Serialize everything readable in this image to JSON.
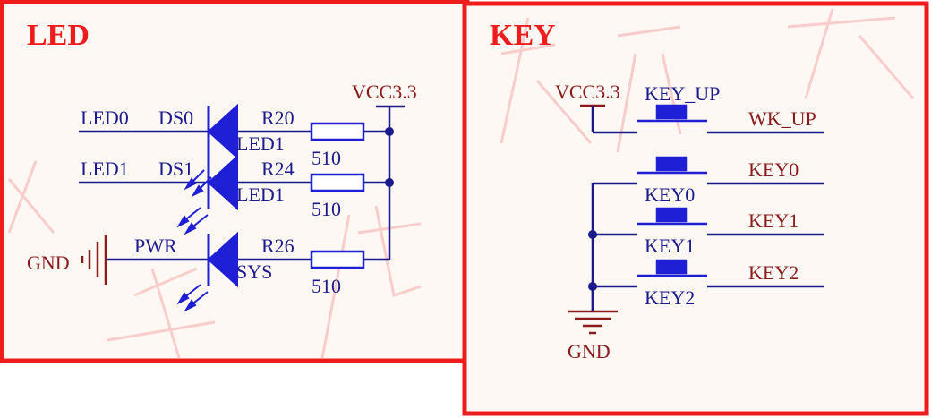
{
  "colors": {
    "frame": "#ee1c1c",
    "panel_bg": "#fdf8f3",
    "wire": "#1a1a8c",
    "component": "#1f1fd6",
    "label": "#8b1a1a",
    "junction": "#1a1a8c",
    "watermark": "#f4b4b4"
  },
  "led_panel": {
    "title": "LED",
    "vcc_label": "VCC3.3",
    "gnd_label": "GND",
    "rows": [
      {
        "net": "LED0",
        "designator": "DS0",
        "value": "LED1",
        "resistor": "R20",
        "resistance": "510"
      },
      {
        "net": "LED1",
        "designator": "DS1",
        "value": "LED1",
        "resistor": "R24",
        "resistance": "510"
      },
      {
        "net": "",
        "designator": "PWR",
        "value": "SYS",
        "resistor": "R26",
        "resistance": "510"
      }
    ]
  },
  "key_panel": {
    "title": "KEY",
    "vcc_label": "VCC3.3",
    "gnd_label": "GND",
    "keys": [
      {
        "name": "KEY_UP",
        "net": "WK_UP"
      },
      {
        "name": "KEY0",
        "net": "KEY0"
      },
      {
        "name": "KEY1",
        "net": "KEY1"
      },
      {
        "name": "KEY2",
        "net": "KEY2"
      }
    ]
  }
}
